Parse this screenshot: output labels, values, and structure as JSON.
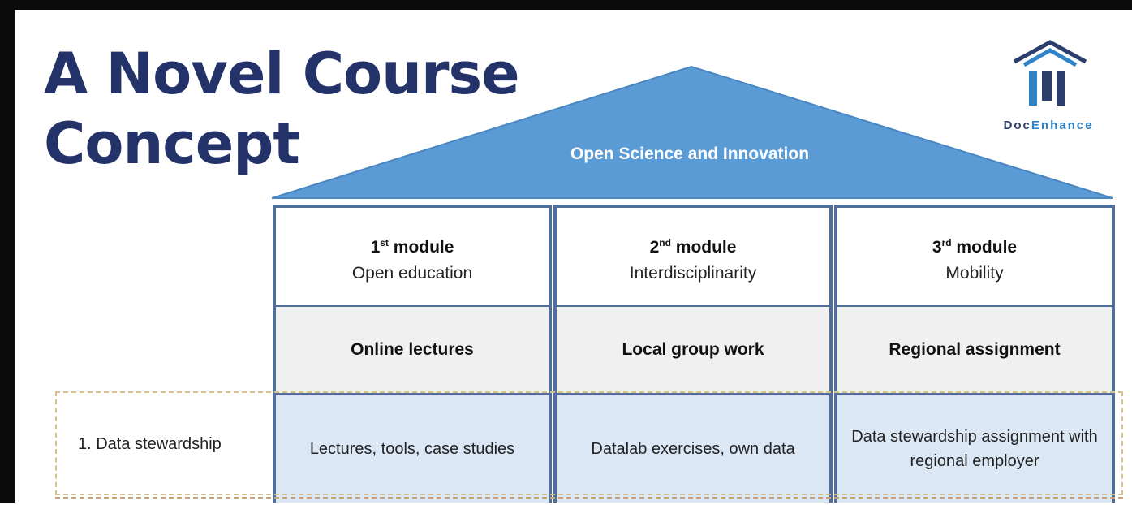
{
  "title": {
    "line1": "A Novel Course",
    "line2": "Concept"
  },
  "roof": {
    "label": "Open Science and Innovation",
    "color": "#5b9bd5"
  },
  "modules": [
    {
      "ordinal": "1",
      "suffix": "st",
      "word": "module",
      "subtitle": "Open education",
      "activity": "Online lectures",
      "cell": "Lectures, tools, case studies"
    },
    {
      "ordinal": "2",
      "suffix": "nd",
      "word": "module",
      "subtitle": "Interdisciplinarity",
      "activity": "Local group work",
      "cell": "Datalab exercises, own data"
    },
    {
      "ordinal": "3",
      "suffix": "rd",
      "word": "module",
      "subtitle": "Mobility",
      "activity": "Regional assignment",
      "cell": "Data stewardship assignment with regional employer"
    }
  ],
  "row": {
    "label": "1. Data stewardship"
  },
  "logo": {
    "text_a": "Doc",
    "text_b": "Enhance",
    "icon": "house-pillars-icon"
  }
}
